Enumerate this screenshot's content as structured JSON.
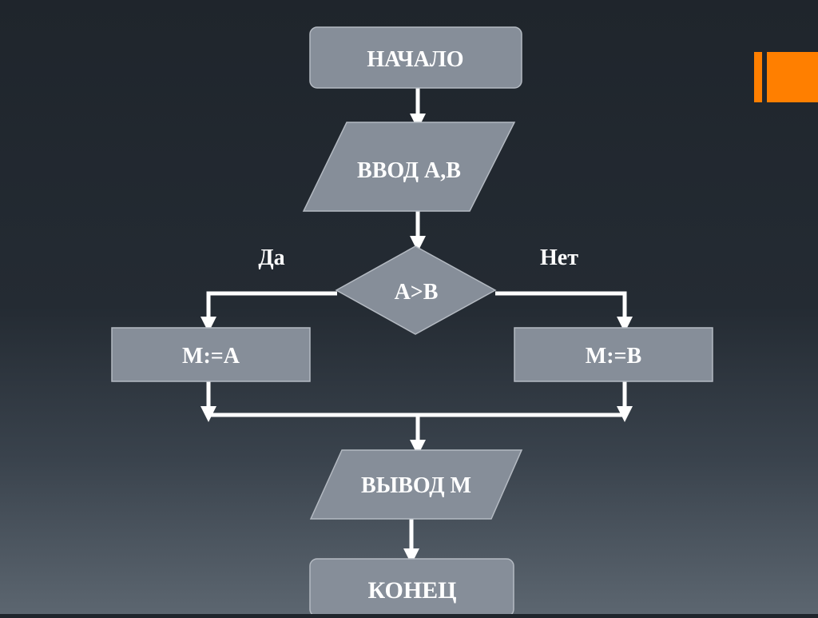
{
  "flowchart": {
    "start": "НАЧАЛО",
    "input": "ВВОД A,B",
    "condition": "A>B",
    "yes_label": "Да",
    "no_label": "Нет",
    "assign_yes": "M:=A",
    "assign_no": "M:=B",
    "output": "ВЫВОД M",
    "end": "КОНЕЦ"
  },
  "colors": {
    "block_fill": "#868e99",
    "block_stroke": "#b4bac2",
    "connector": "#ffffff",
    "text": "#ffffff",
    "accent": "#ff7f00"
  }
}
